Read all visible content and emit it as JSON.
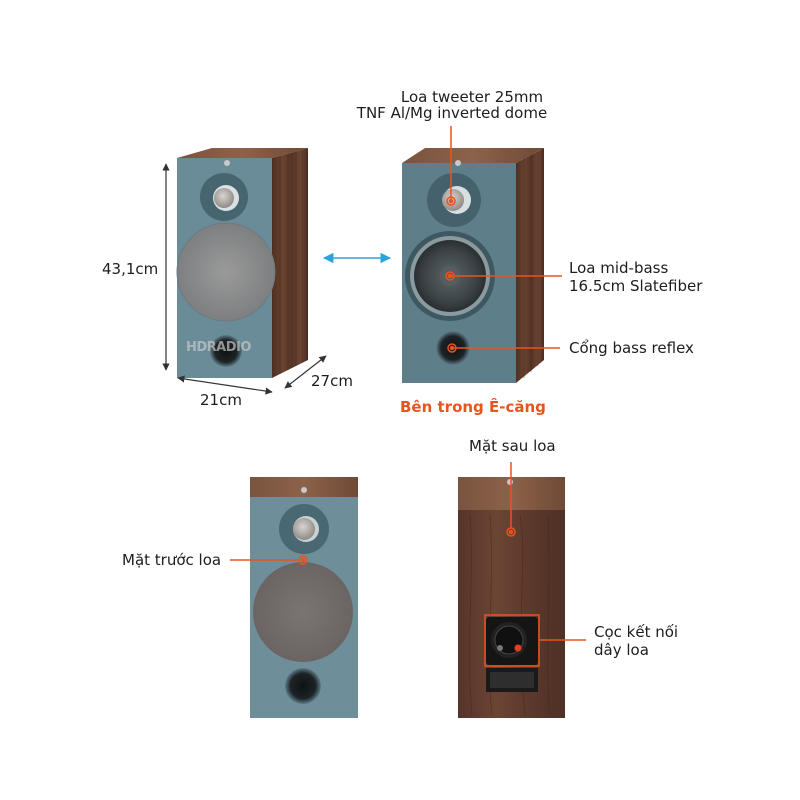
{
  "diagram": {
    "title": "Speaker anatomy & dimensions",
    "colors": {
      "accent": "#e8541e",
      "dimension_arrow": "#2ba3dc",
      "cabinet_blue": "#5f8290",
      "wood": "#5b3a2c",
      "text": "#1d1d1d"
    },
    "dimensions": {
      "height": "43,1cm",
      "width": "21cm",
      "depth": "27cm"
    },
    "watermark": {
      "brand": "HDRADIO"
    },
    "callouts": {
      "tweeter_line1": "Loa tweeter 25mm",
      "tweeter_line2": "TNF Al/Mg inverted dome",
      "midbass_line1": "Loa mid-bass",
      "midbass_line2": "16.5cm Slatefiber",
      "port": "Cổng bass reflex",
      "inside_title": "Bên trong Ê-căng",
      "back_title": "Mặt sau loa",
      "front_title": "Mặt trước loa",
      "terminals_line1": "Cọc kết nối",
      "terminals_line2": "dây loa"
    },
    "icons": {
      "dimension_arrows": "double-arrow",
      "callout_marker": "target-circle"
    }
  }
}
